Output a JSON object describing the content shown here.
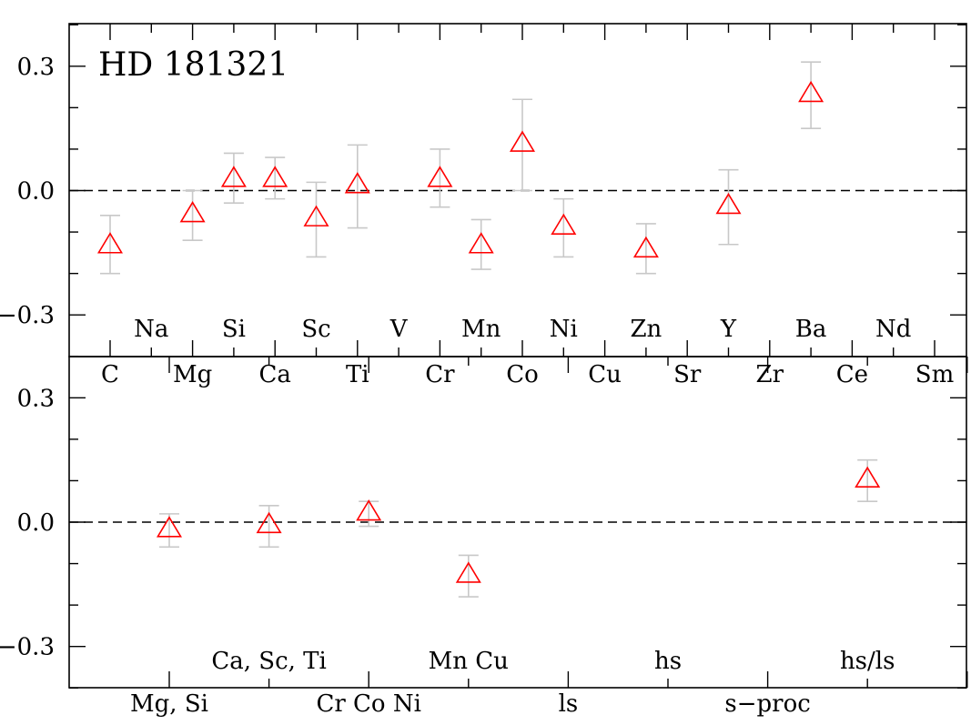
{
  "chart_data": {
    "type": "scatter",
    "title": "HD 181321",
    "colors": {
      "marker": "#ff0000",
      "errorbar": "#c8c8c8",
      "axis": "#000000"
    },
    "marker": "open-triangle",
    "zero_line": "dashed",
    "panels": [
      {
        "ylim": [
          -0.4,
          0.4
        ],
        "yticks": [
          "0.3",
          "0.0",
          "-0.3"
        ],
        "yticks_values": [
          0.3,
          0.0,
          -0.3
        ],
        "labels_top_row": [
          "Na",
          "Si",
          "Sc",
          "V",
          "Mn",
          "Ni",
          "Zn",
          "Y",
          "Ba",
          "Nd"
        ],
        "labels_bottom_row": [
          "C",
          "Mg",
          "Ca",
          "Ti",
          "Cr",
          "Co",
          "Cu",
          "Sr",
          "Zr",
          "Ce",
          "Sm"
        ],
        "points": [
          {
            "label": "C",
            "y": -0.13,
            "err_low": -0.2,
            "err_high": -0.06
          },
          {
            "label": "Mg",
            "y": -0.055,
            "err_low": -0.12,
            "err_high": 0.0
          },
          {
            "label": "Si",
            "y": 0.03,
            "err_low": -0.03,
            "err_high": 0.09
          },
          {
            "label": "Ca",
            "y": 0.03,
            "err_low": -0.02,
            "err_high": 0.08
          },
          {
            "label": "Sc",
            "y": -0.065,
            "err_low": -0.16,
            "err_high": 0.02
          },
          {
            "label": "Ti",
            "y": 0.015,
            "err_low": -0.09,
            "err_high": 0.11
          },
          {
            "label": "Cr",
            "y": 0.03,
            "err_low": -0.04,
            "err_high": 0.1
          },
          {
            "label": "Mn",
            "y": -0.13,
            "err_low": -0.19,
            "err_high": -0.07
          },
          {
            "label": "Co",
            "y": 0.115,
            "err_low": 0.0,
            "err_high": 0.22
          },
          {
            "label": "Ni",
            "y": -0.085,
            "err_low": -0.16,
            "err_high": -0.02
          },
          {
            "label": "Zn",
            "y": -0.14,
            "err_low": -0.2,
            "err_high": -0.08
          },
          {
            "label": "Y",
            "y": -0.035,
            "err_low": -0.13,
            "err_high": 0.05
          },
          {
            "label": "Ba",
            "y": 0.235,
            "err_low": 0.15,
            "err_high": 0.31
          }
        ]
      },
      {
        "ylim": [
          -0.4,
          0.4
        ],
        "yticks": [
          "0.3",
          "0.0",
          "-0.3"
        ],
        "yticks_values": [
          0.3,
          0.0,
          -0.3
        ],
        "labels_top_row": [
          "Ca, Sc, Ti",
          "Mn Cu",
          "hs",
          "hs/ls"
        ],
        "labels_bottom_row": [
          "Mg, Si",
          "Cr Co Ni",
          "ls",
          "s−proc"
        ],
        "points": [
          {
            "label": "Mg, Si",
            "y": -0.015,
            "err_low": -0.06,
            "err_high": 0.02
          },
          {
            "label": "Ca, Sc, Ti",
            "y": -0.005,
            "err_low": -0.06,
            "err_high": 0.04
          },
          {
            "label": "Cr Co Ni",
            "y": 0.025,
            "err_low": -0.01,
            "err_high": 0.05
          },
          {
            "label": "Mn Cu",
            "y": -0.125,
            "err_low": -0.18,
            "err_high": -0.08
          },
          {
            "label": "hs/ls",
            "y": 0.105,
            "err_low": 0.05,
            "err_high": 0.15
          }
        ]
      }
    ]
  }
}
